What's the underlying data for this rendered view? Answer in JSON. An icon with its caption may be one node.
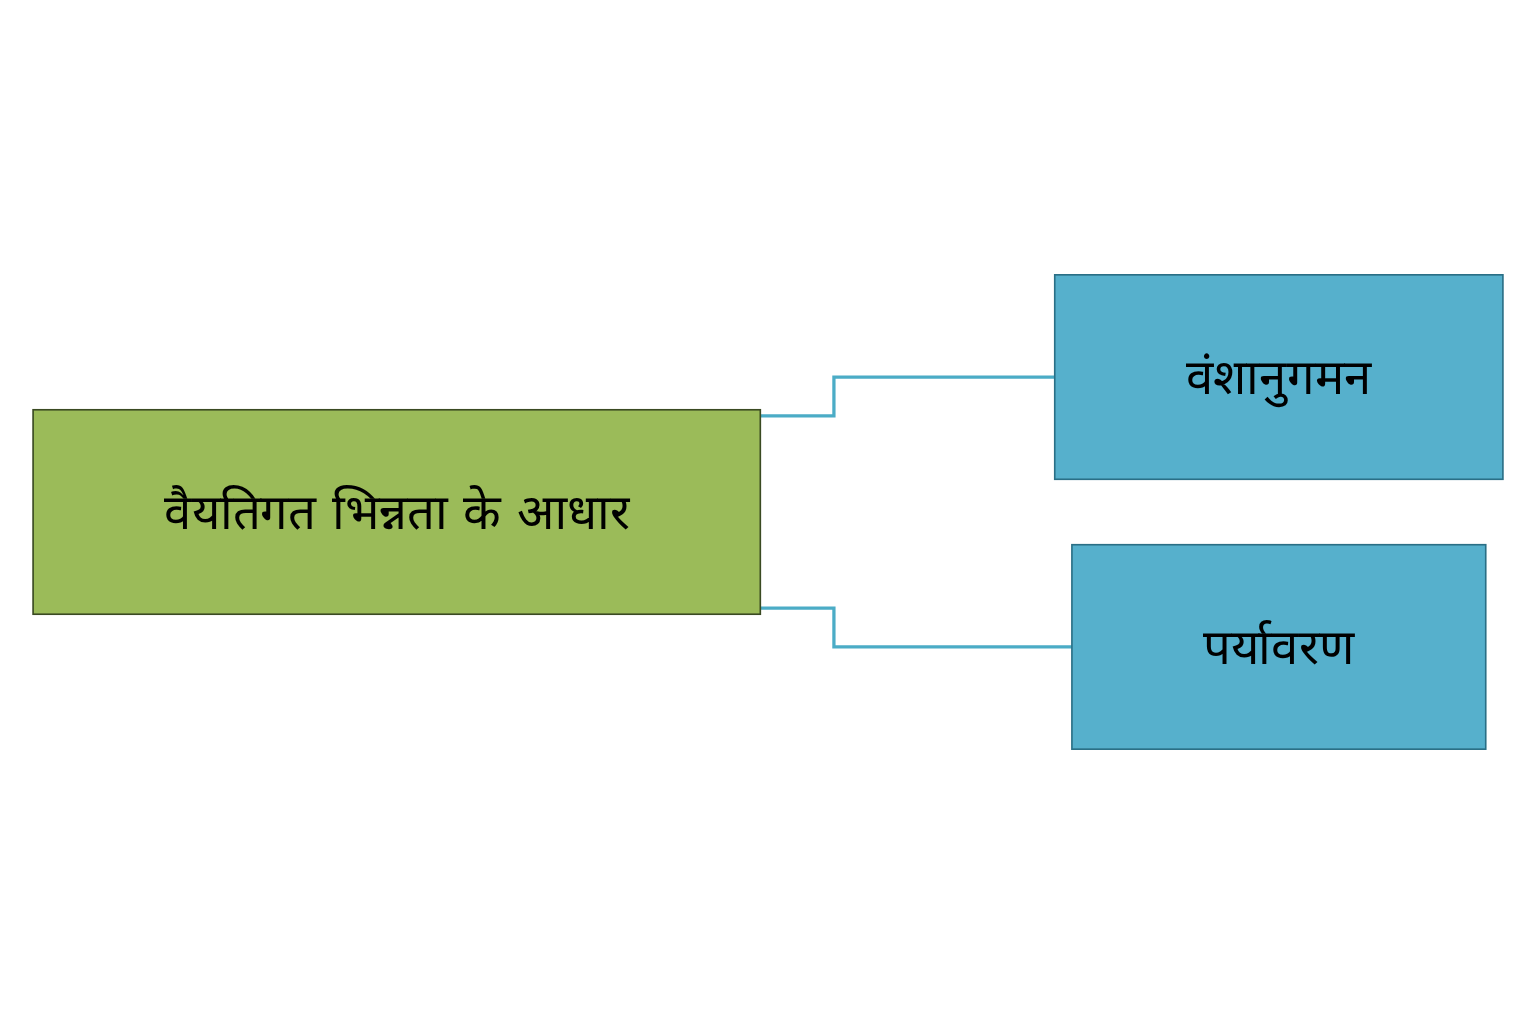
{
  "diagram": {
    "nodes": [
      {
        "text": [
          "वैयतिगत भिन्नता के आधार"
        ]
      },
      {
        "text": [
          "वंशानुगमन"
        ]
      },
      {
        "text": [
          "पर्यावरण"
        ]
      }
    ],
    "edges": [
      {
        "from": 0,
        "to": 1,
        "arrow": "none"
      },
      {
        "from": 0,
        "to": 2,
        "arrow": "none"
      }
    ]
  }
}
